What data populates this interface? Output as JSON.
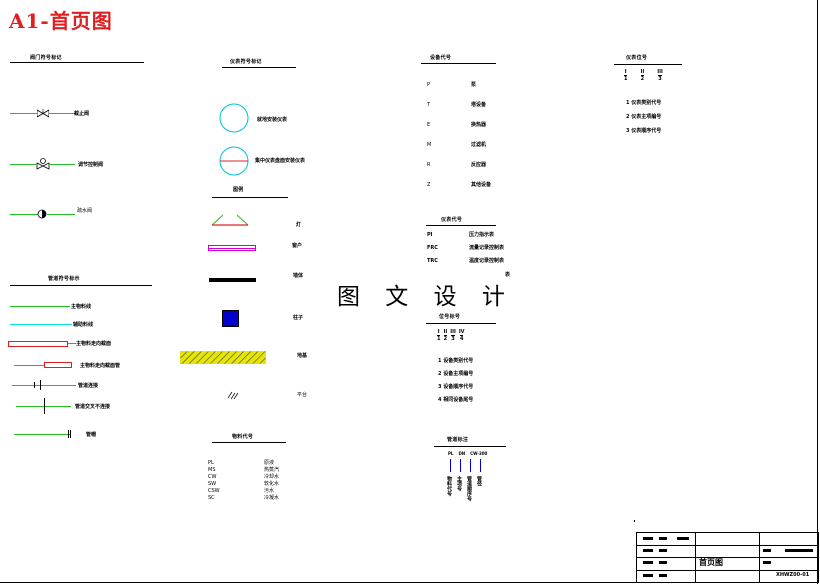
{
  "page_title": "A1-首页图",
  "watermark": "图 文 设 计",
  "valve_section": {
    "heading": "阀门符号标记",
    "items": [
      {
        "label": "截止阀"
      },
      {
        "label": "调节控制阀"
      },
      {
        "label": "疏水阀"
      }
    ]
  },
  "pipeline_section": {
    "heading": "管道符号标示",
    "items": [
      {
        "label": "主物料线"
      },
      {
        "label": "辅助料线"
      },
      {
        "label": "主物料走向截面"
      },
      {
        "label": "主物料走向截面管"
      },
      {
        "label": "管道连接"
      },
      {
        "label": "管道交叉不连接"
      },
      {
        "label": "管帽"
      }
    ]
  },
  "instrument_section": {
    "heading": "仪表符号标记",
    "items": [
      {
        "label": "就地安装仪表"
      },
      {
        "label": "集中仪表盘面安装仪表"
      }
    ]
  },
  "legend_section": {
    "heading": "图例",
    "items": [
      {
        "label": "灯"
      },
      {
        "label": "窗户"
      },
      {
        "label": "墙体"
      },
      {
        "label": "柱子"
      },
      {
        "label": "地基"
      },
      {
        "label": "平台"
      }
    ]
  },
  "material_section": {
    "heading": "物料代号",
    "items": [
      {
        "code": "PL",
        "name": "原液"
      },
      {
        "code": "MS",
        "name": "热蒸汽"
      },
      {
        "code": "CW",
        "name": "冷却水"
      },
      {
        "code": "SW",
        "name": "软化水"
      },
      {
        "code": "CSW",
        "name": "污水"
      },
      {
        "code": "SC",
        "name": "冷凝水"
      }
    ]
  },
  "equipment_section": {
    "heading": "设备代号",
    "items": [
      {
        "code": "P",
        "name": "泵"
      },
      {
        "code": "T",
        "name": "塔设备"
      },
      {
        "code": "E",
        "name": "换热器"
      },
      {
        "code": "M",
        "name": "过滤机"
      },
      {
        "code": "R",
        "name": "反应器"
      },
      {
        "code": "Z",
        "name": "其他设备"
      }
    ]
  },
  "instrument_code_section": {
    "heading": "仪表代号",
    "items": [
      {
        "code": "PI",
        "name": "压力指示表"
      },
      {
        "code": "FRC",
        "name": "流量记录控制表"
      },
      {
        "code": "TRC",
        "name": "温度记录控制表"
      },
      {
        "code": "",
        "name": "表"
      }
    ]
  },
  "tag_section": {
    "heading": "位号标号",
    "numbers": [
      "I",
      "II",
      "III",
      "IV"
    ],
    "subs": [
      "1",
      "2",
      "3",
      "4"
    ],
    "items": [
      "1 设备类别代号",
      "2 设备主项编号",
      "3 设备顺序代号",
      "4 相同设备尾号"
    ]
  },
  "pipe_tag_section": {
    "heading": "管道标注",
    "codes": [
      "PL",
      "DN",
      "CW-300"
    ],
    "cols": [
      "物料代号",
      "主项号",
      "管道顺序号",
      "管径"
    ]
  },
  "instrument_tag_section": {
    "heading": "仪表位号",
    "numbers": [
      "I",
      "II",
      "III"
    ],
    "subs": [
      "1",
      "2",
      "3"
    ],
    "items": [
      "1 仪表类别代号",
      "2 仪表主项编号",
      "3 仪表顺序代号"
    ]
  },
  "title_block": {
    "drawing_name": "首页图",
    "drawing_number": "XHWZ00-01"
  },
  "colors": {
    "title_red": "#e02020",
    "green_line": "#22c022",
    "cyan_line": "#00e0e0",
    "red_line": "#e02020",
    "window_magenta": "#d000d0",
    "column_blue": "#0000cc",
    "hatch_yellow": "#e6e600"
  }
}
